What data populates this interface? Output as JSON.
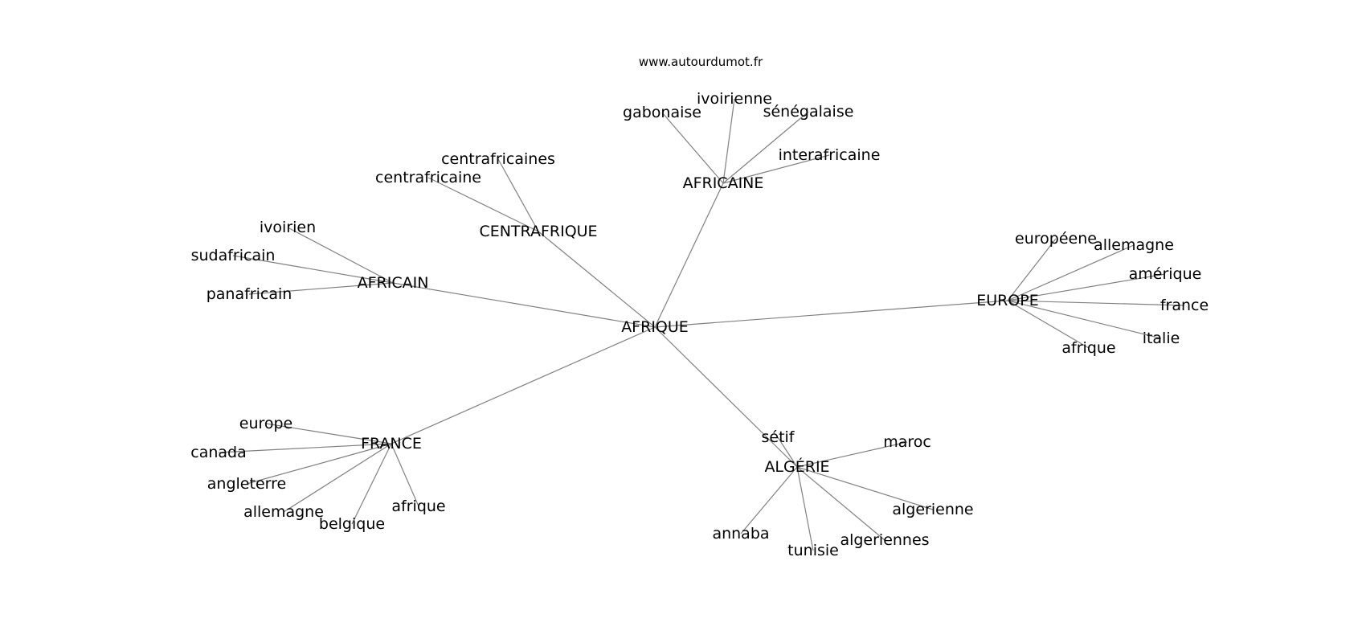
{
  "credit": "www.autourdumot.fr",
  "graph": {
    "center": "AFRIQUE",
    "hubs": [
      {
        "id": "africaine",
        "label": "AFRICAINE",
        "leaves": [
          "gabonaise",
          "ivoirienne",
          "sénégalaise",
          "interafricaine"
        ]
      },
      {
        "id": "centrafrique",
        "label": "CENTRAFRIQUE",
        "leaves": [
          "centrafricaine",
          "centrafricaines"
        ]
      },
      {
        "id": "africain",
        "label": "AFRICAIN",
        "leaves": [
          "ivoirien",
          "sudafricain",
          "panafricain"
        ]
      },
      {
        "id": "europe",
        "label": "EUROPE",
        "leaves": [
          "européene",
          "allemagne",
          "amérique",
          "france",
          "italie",
          "afrique"
        ]
      },
      {
        "id": "france",
        "label": "FRANCE",
        "leaves": [
          "europe",
          "canada",
          "angleterre",
          "allemagne",
          "belgique",
          "afrique"
        ]
      },
      {
        "id": "algerie",
        "label": "ALGÉRIE",
        "leaves": [
          "sétif",
          "maroc",
          "algerienne",
          "algeriennes",
          "tunisie",
          "annaba"
        ]
      }
    ]
  },
  "colors": {
    "edge": "#808080",
    "text": "#000000",
    "background": "#ffffff"
  }
}
